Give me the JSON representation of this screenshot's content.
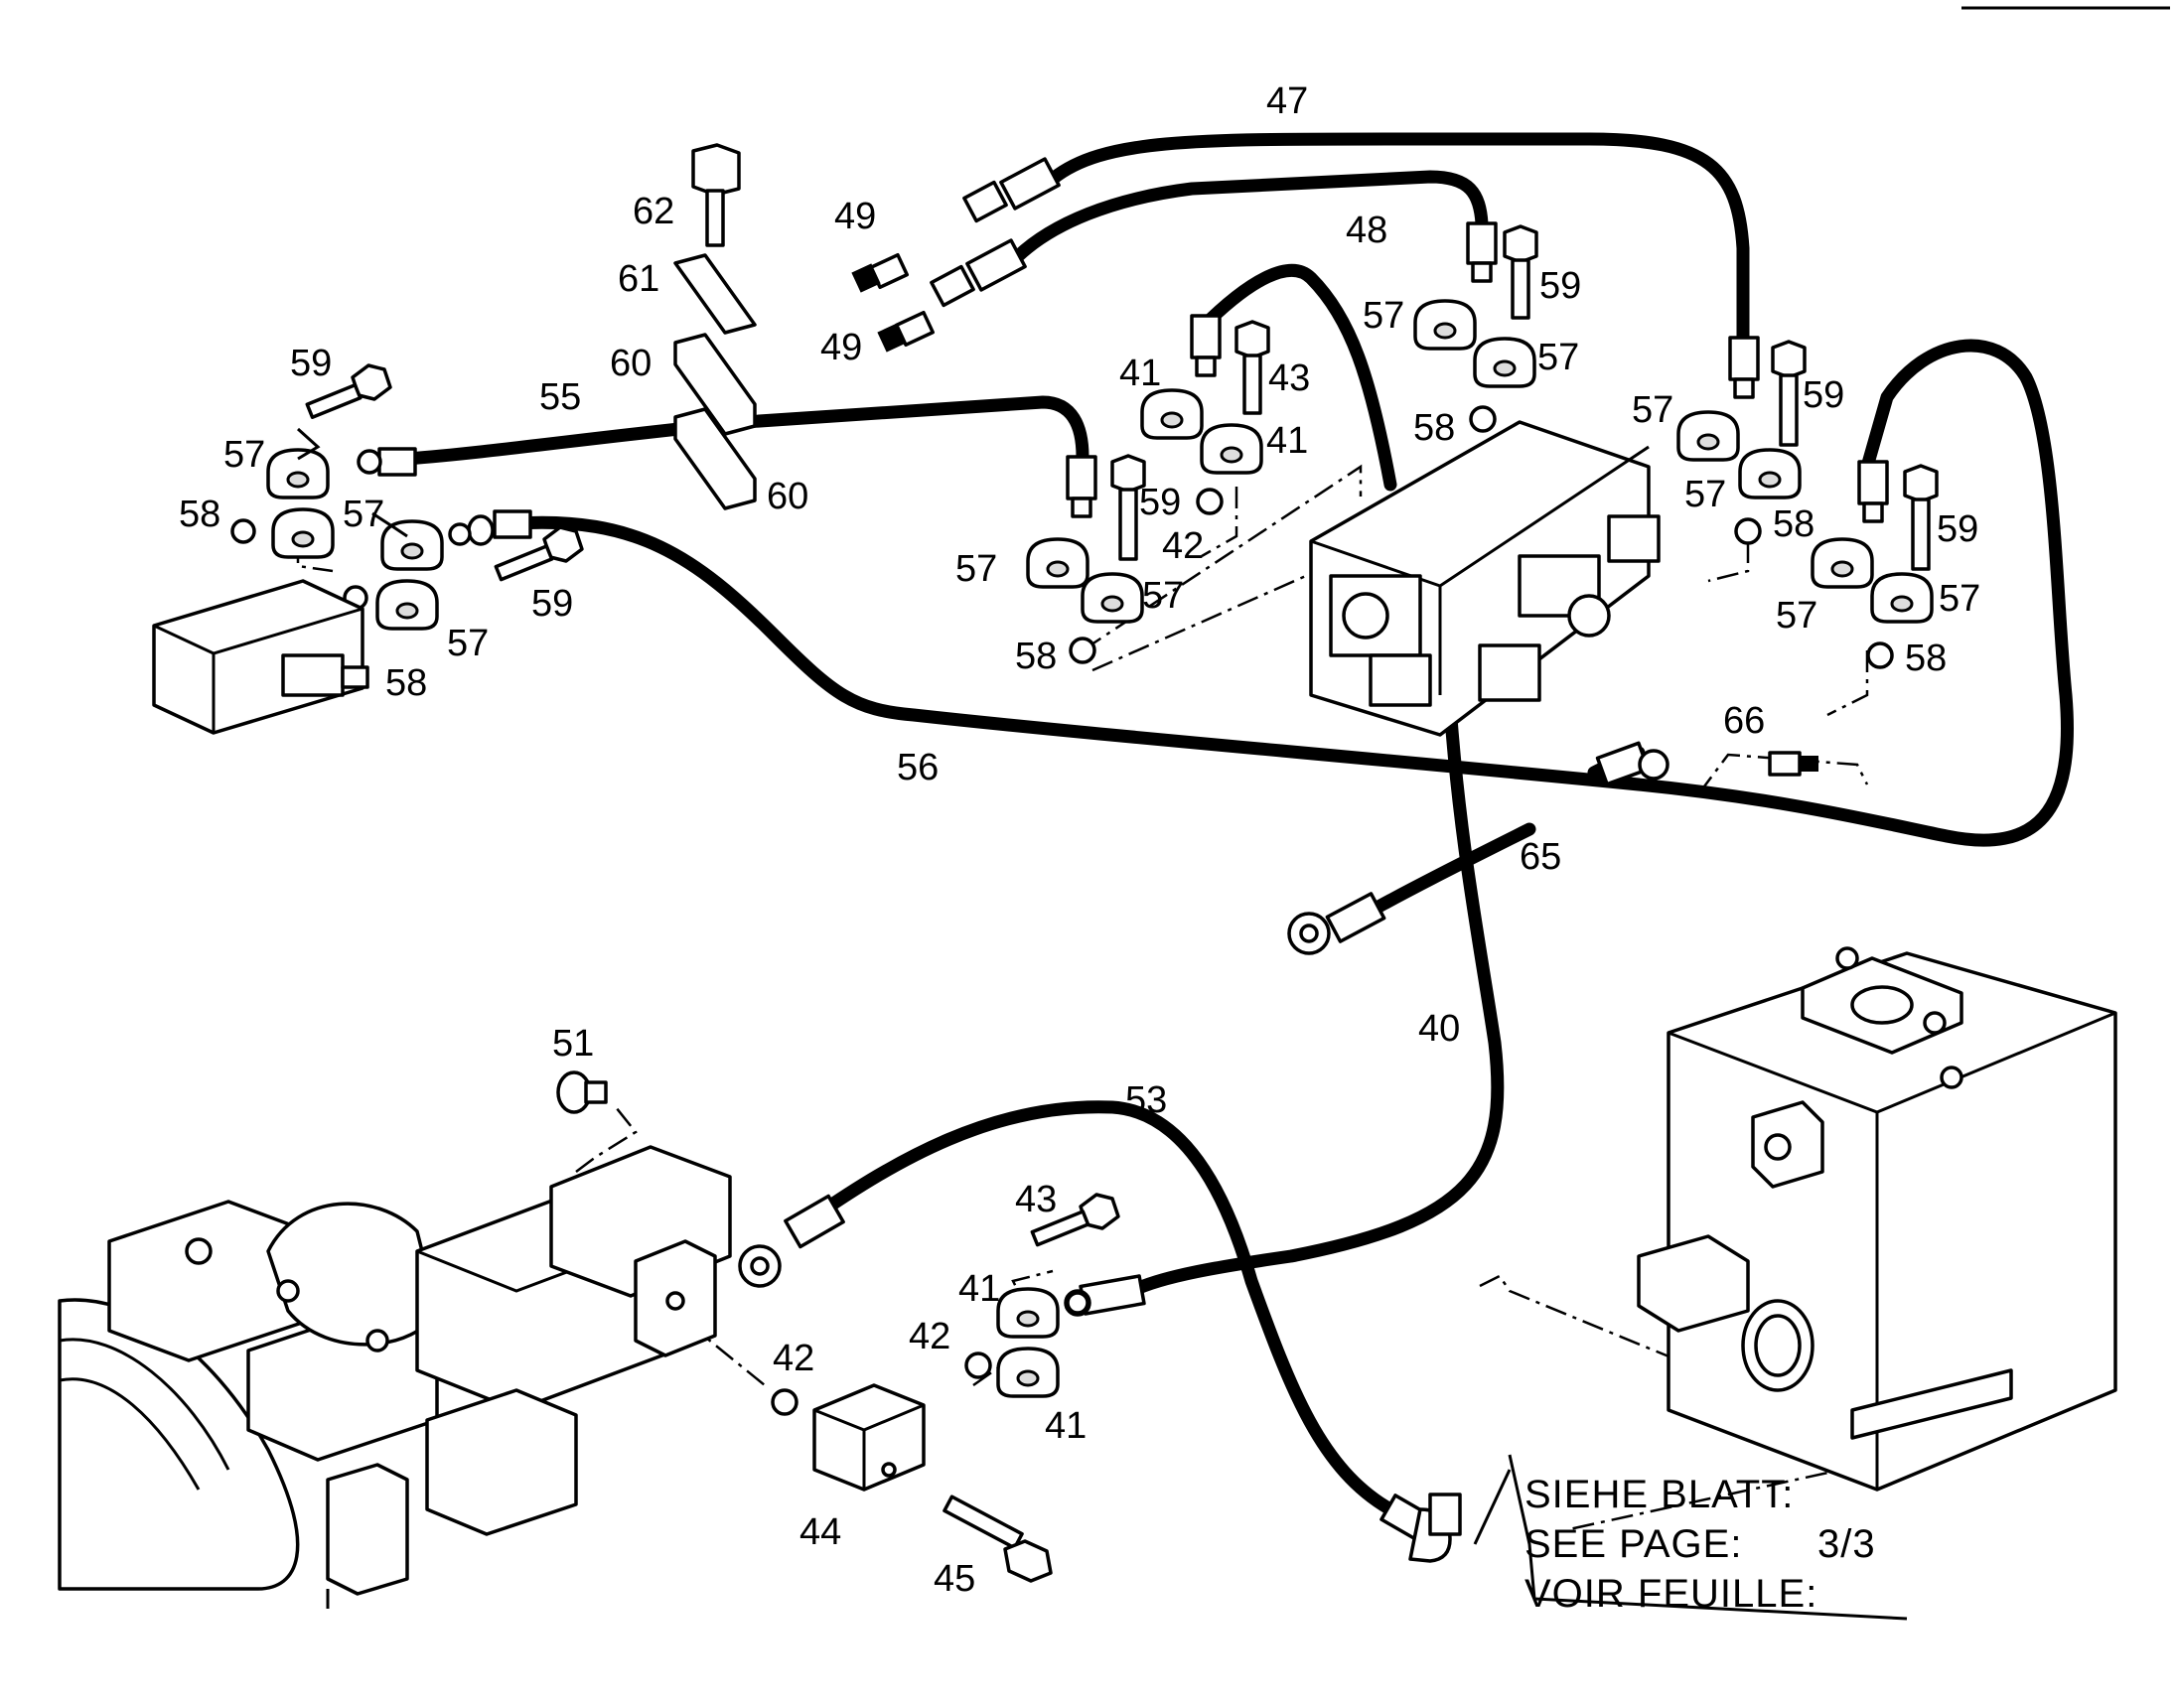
{
  "callouts": {
    "c47": "47",
    "c48": "48",
    "c49a": "49",
    "c49b": "49",
    "c62": "62",
    "c61": "61",
    "c60a": "60",
    "c60b": "60",
    "c59a": "59",
    "c59b": "59",
    "c59c": "59",
    "c59d": "59",
    "c59e": "59",
    "c59f": "59",
    "c57a": "57",
    "c57b": "57",
    "c57c": "57",
    "c57d": "57",
    "c57e": "57",
    "c57f": "57",
    "c57g": "57",
    "c57h": "57",
    "c57i": "57",
    "c57j": "57",
    "c57k": "57",
    "c58a": "58",
    "c58b": "58",
    "c58c": "58",
    "c58d": "58",
    "c58e": "58",
    "c58f": "58",
    "c55": "55",
    "c56": "56",
    "c41a": "41",
    "c41b": "41",
    "c41c": "41",
    "c41d": "41",
    "c43a": "43",
    "c43b": "43",
    "c42a": "42",
    "c42b": "42",
    "c42c": "42",
    "c66": "66",
    "c65": "65",
    "c40": "40",
    "c51": "51",
    "c53": "53",
    "c44": "44",
    "c45": "45"
  },
  "note": {
    "line1": "SIEHE BLATT:",
    "line2": "SEE PAGE:",
    "line3": "VOIR FEUILLE:",
    "page_ref": "3/3"
  }
}
